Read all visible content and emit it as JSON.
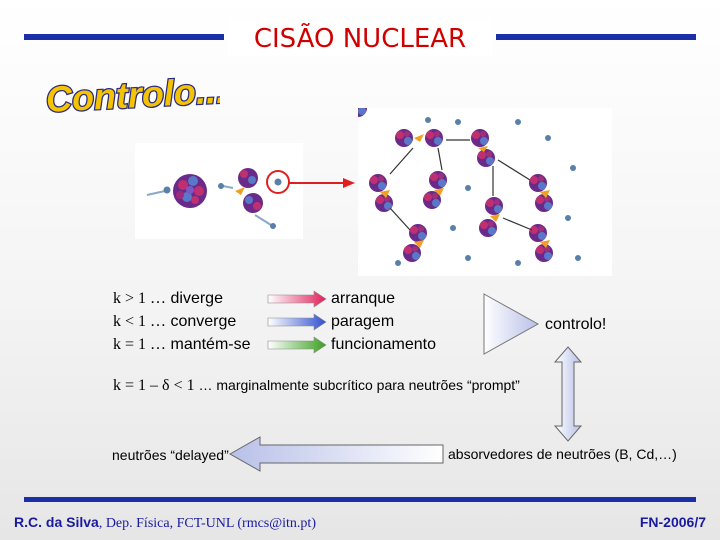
{
  "title": "CISÃO NUCLEAR",
  "heading": "Controlo...",
  "cases": [
    {
      "cond": "k > 1 …",
      "result": "diverge",
      "effect": "arranque",
      "arrow_color": "#e0205a"
    },
    {
      "cond": "k < 1 …",
      "result": "converge",
      "effect": "paragem",
      "arrow_color": "#3050d0"
    },
    {
      "cond": "k = 1 …",
      "result": "mantém-se",
      "effect": "funcionamento",
      "arrow_color": "#3aa020"
    }
  ],
  "control_label": "controlo!",
  "marginal": {
    "formula": "k = 1 – δ < 1",
    "text": "… marginalmente subcrítico para neutrões “prompt”"
  },
  "delayed_label": "neutrões “delayed”",
  "absorbers_label": "absorvedores de neutrões (B, Cd,…)",
  "footer": {
    "author": "R.C. da Silva",
    "affiliation": ", Dep. Física, FCT-UNL (rmcs@itn.pt)",
    "code": "FN-2006/7"
  }
}
